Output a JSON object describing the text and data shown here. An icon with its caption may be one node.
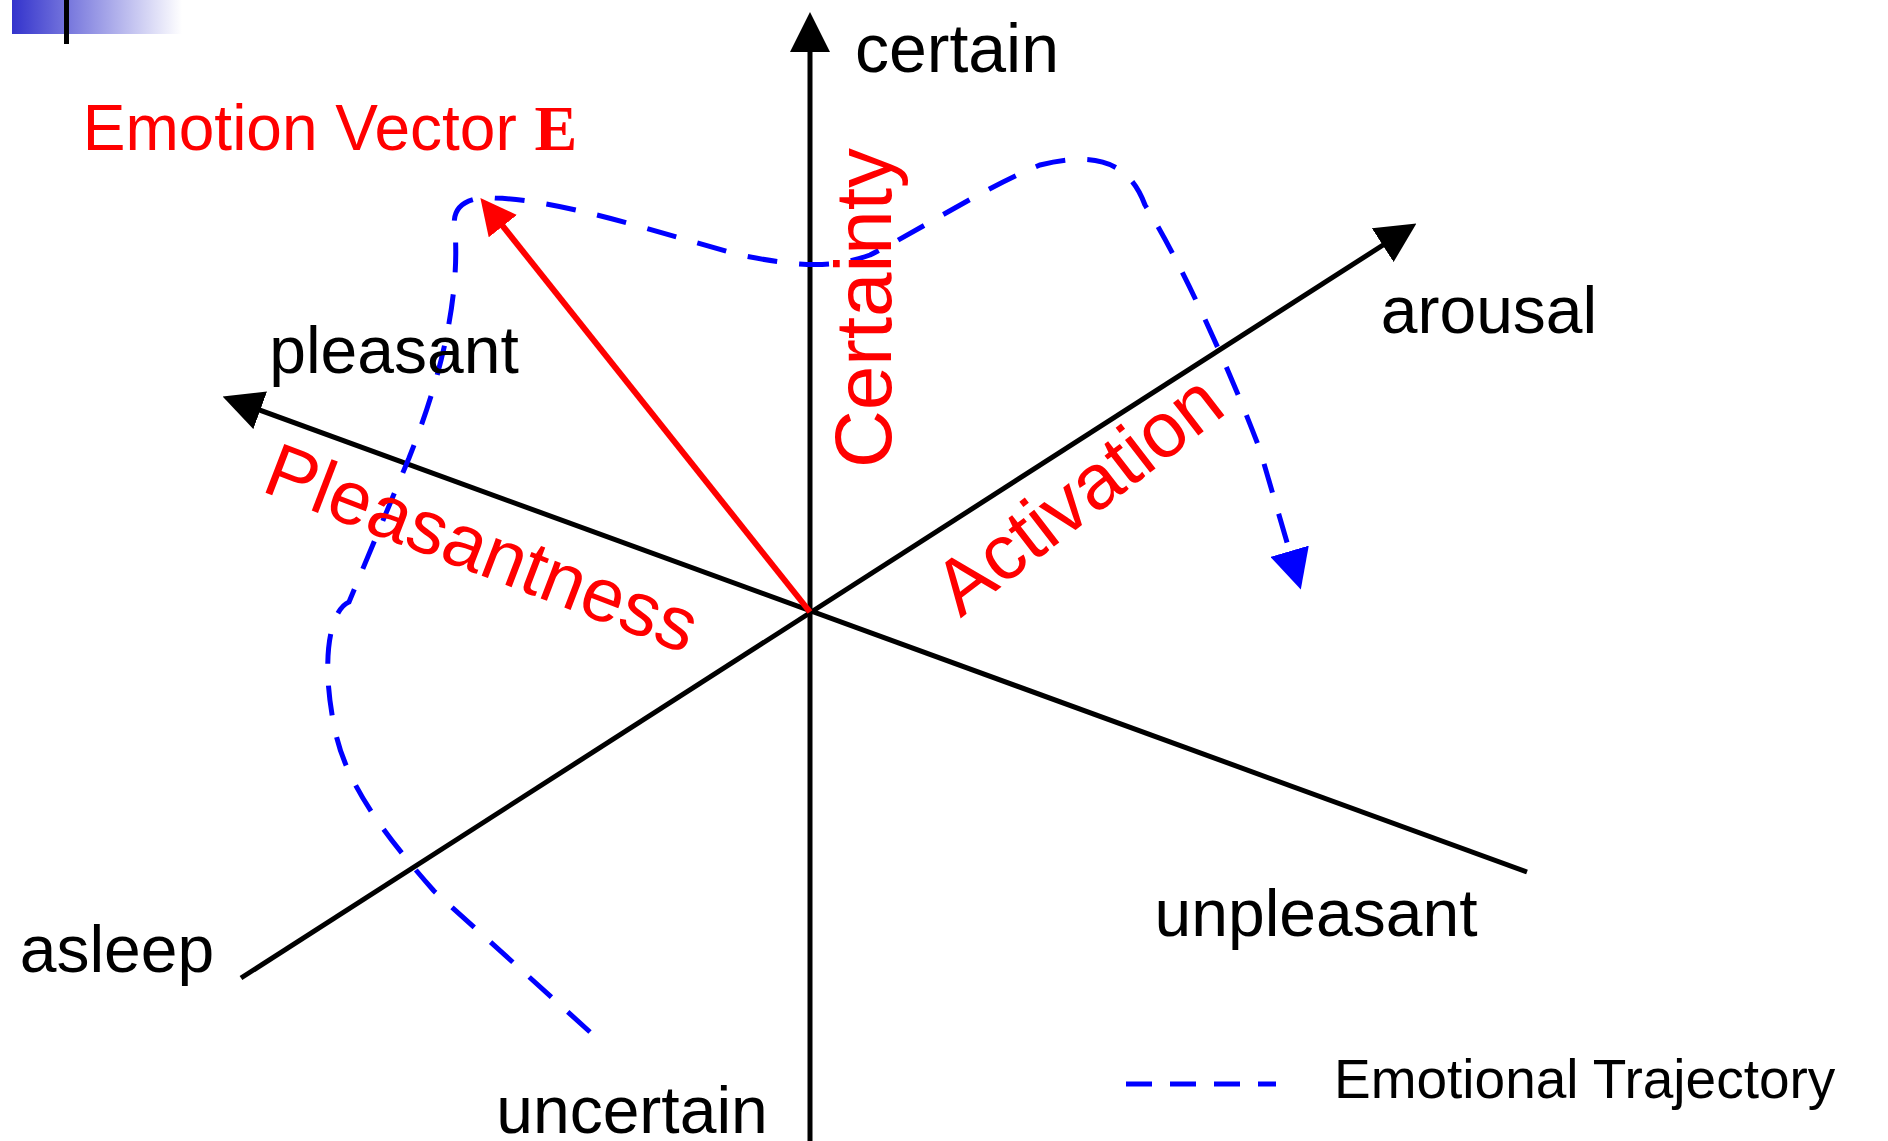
{
  "diagram": {
    "labels": [
      "certain",
      "Emotion Vector **E**",
      "Certainty",
      "arousal",
      "pleasant",
      "Pleasantness",
      "Activation",
      "unpleasant",
      "asleep",
      "uncertain"
    ],
    "legend": [
      {
        "text": "Emotional Trajectory"
      }
    ]
  }
}
